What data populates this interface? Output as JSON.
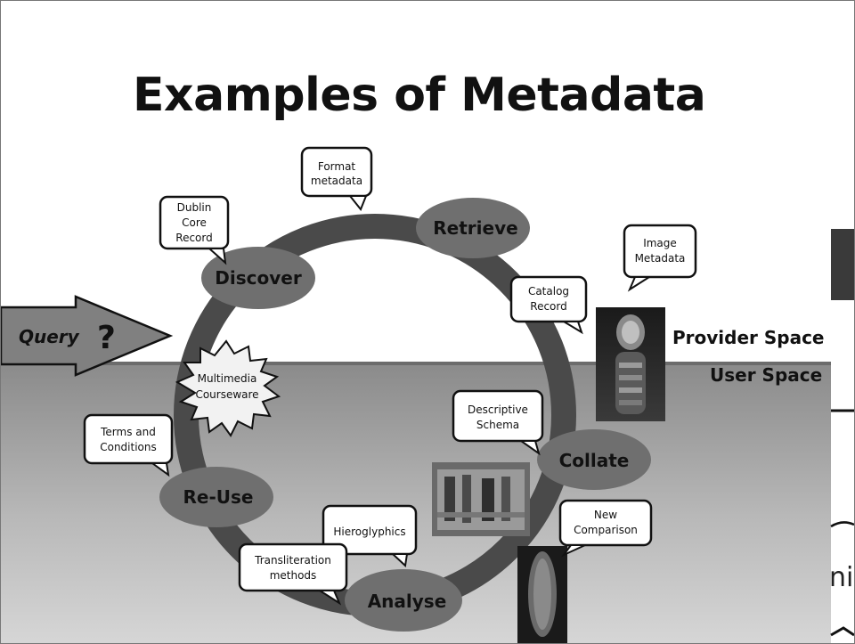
{
  "title": "Examples of Metadata",
  "query": {
    "label": "Query",
    "symbol": "?"
  },
  "zones": {
    "provider": "Provider Space",
    "user": "User Space"
  },
  "stages": [
    {
      "id": "retrieve",
      "label": "Retrieve"
    },
    {
      "id": "discover",
      "label": "Discover"
    },
    {
      "id": "re-use",
      "label": "Re-Use"
    },
    {
      "id": "analyse",
      "label": "Analyse"
    },
    {
      "id": "collate",
      "label": "Collate"
    }
  ],
  "callouts": [
    {
      "id": "format-metadata",
      "lines": [
        "Format",
        "metadata"
      ]
    },
    {
      "id": "dublin-core-record",
      "lines": [
        "Dublin",
        "Core",
        "Record"
      ]
    },
    {
      "id": "catalog-record",
      "lines": [
        "Catalog",
        "Record"
      ]
    },
    {
      "id": "image-metadata",
      "lines": [
        "Image",
        "Metadata"
      ]
    },
    {
      "id": "descriptive-schema",
      "lines": [
        "Descriptive",
        "Schema"
      ]
    },
    {
      "id": "terms-and-conditions",
      "lines": [
        "Terms and",
        "Conditions"
      ]
    },
    {
      "id": "hieroglyphics",
      "lines": [
        "Hieroglyphics"
      ]
    },
    {
      "id": "transliteration-methods",
      "lines": [
        "Transliteration",
        "methods"
      ]
    },
    {
      "id": "new-comparison",
      "lines": [
        "New",
        "Comparison"
      ]
    }
  ],
  "burst": {
    "lines": [
      "Multimedia",
      "Courseware"
    ]
  },
  "right_edge_text": "nic",
  "colors": {
    "ring": "#4a4a4a",
    "ellipse": "#6f6f6f",
    "arrow": "#808080",
    "divider": "#6c6c6c"
  }
}
